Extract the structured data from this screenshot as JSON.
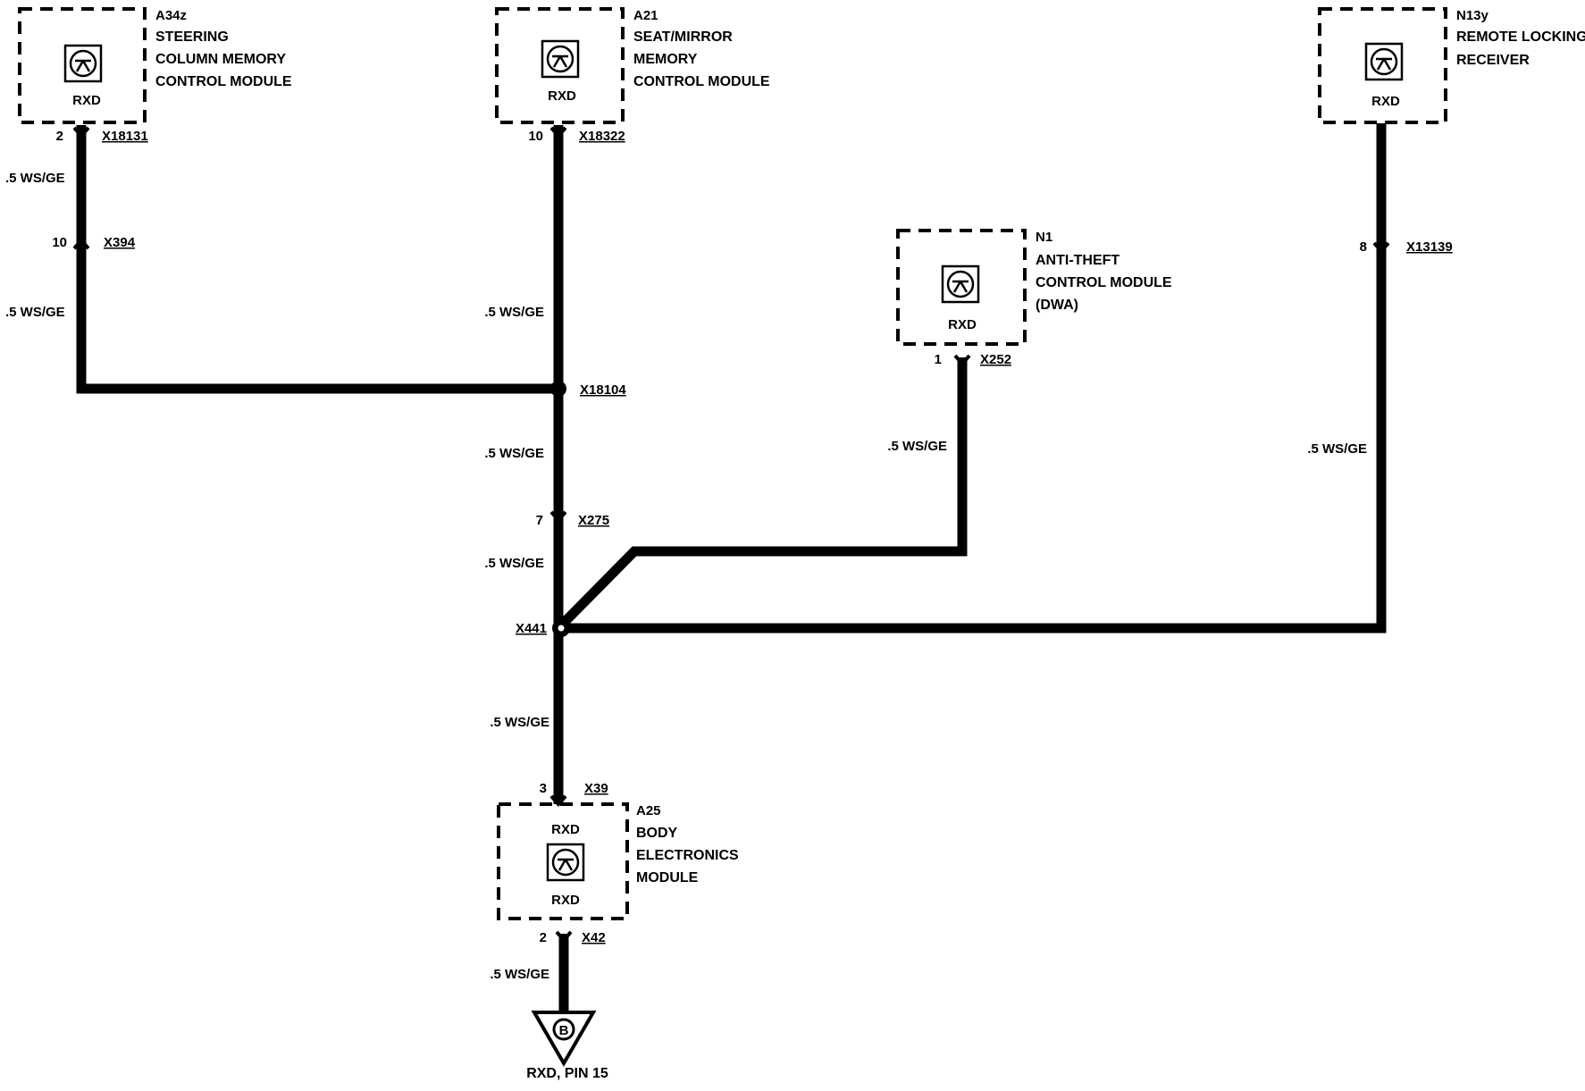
{
  "modules": {
    "a34z": {
      "id": "A34z",
      "line1": "STEERING",
      "line2": "COLUMN MEMORY",
      "line3": "CONTROL MODULE",
      "pin_label": "RXD"
    },
    "a21": {
      "id": "A21",
      "line1": "SEAT/MIRROR",
      "line2": "MEMORY",
      "line3": "CONTROL MODULE",
      "pin_label": "RXD"
    },
    "n13y": {
      "id": "N13y",
      "line1": "REMOTE LOCKING",
      "line2": "RECEIVER",
      "pin_label": "RXD"
    },
    "n1": {
      "id": "N1",
      "line1": "ANTI-THEFT",
      "line2": "CONTROL MODULE",
      "line3": "(DWA)",
      "pin_label": "RXD"
    },
    "a25": {
      "id": "A25",
      "line1": "BODY",
      "line2": "ELECTRONICS",
      "line3": "MODULE",
      "pin_label_top": "RXD",
      "pin_label_bottom": "RXD"
    }
  },
  "connectors": {
    "x18131": {
      "name": "X18131",
      "pin": "2"
    },
    "x394": {
      "name": "X394",
      "pin": "10"
    },
    "x18322": {
      "name": "X18322",
      "pin": "10"
    },
    "x18104": {
      "name": "X18104"
    },
    "x275": {
      "name": "X275",
      "pin": "7"
    },
    "x441": {
      "name": "X441"
    },
    "x252": {
      "name": "X252",
      "pin": "1"
    },
    "x13139": {
      "name": "X13139",
      "pin": "8"
    },
    "x39": {
      "name": "X39",
      "pin": "3"
    },
    "x42": {
      "name": "X42",
      "pin": "2"
    }
  },
  "wires": {
    "a34z_upper": ".5 WS/GE",
    "a34z_lower": ".5 WS/GE",
    "a21_upper": ".5 WS/GE",
    "trunk_mid": ".5 WS/GE",
    "trunk_lower": ".5 WS/GE",
    "n1_wire": ".5 WS/GE",
    "n13y_wire": ".5 WS/GE",
    "a25_in": ".5 WS/GE",
    "a25_out": ".5 WS/GE"
  },
  "terminal": {
    "symbol": "B",
    "label": "RXD, PIN 15"
  }
}
